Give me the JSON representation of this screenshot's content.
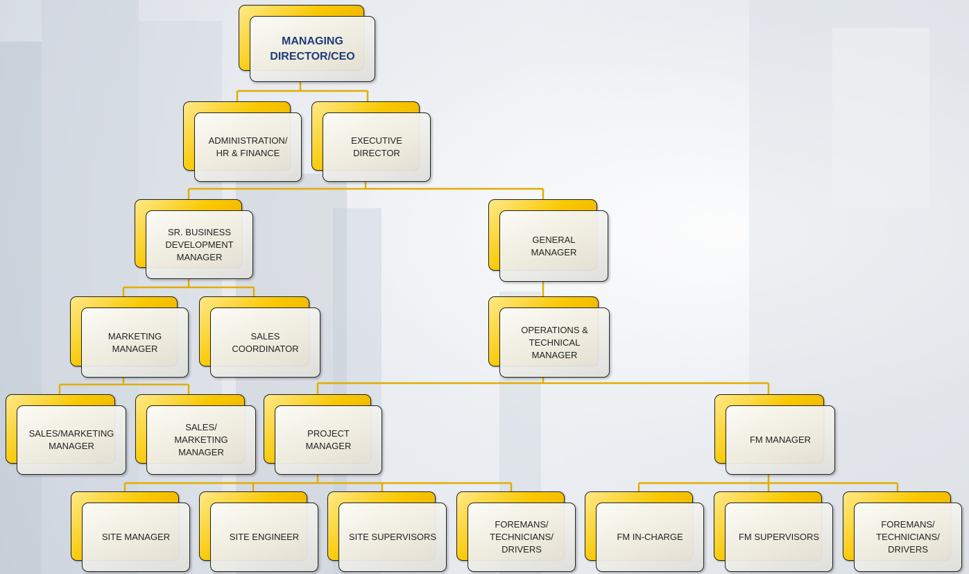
{
  "org_chart": {
    "ceo": "MANAGING\nDIRECTOR/CEO",
    "admin_hr_finance": "ADMINISTRATION/\nHR & FINANCE",
    "executive_director": "EXECUTIVE\nDIRECTOR",
    "sr_bdm": "SR. BUSINESS\nDEVELOPMENT\nMANAGER",
    "general_manager": "GENERAL\nMANAGER",
    "marketing_manager": "MARKETING\nMANAGER",
    "sales_coordinator": "SALES\nCOORDINATOR",
    "ops_tech_manager": "OPERATIONS &\nTECHNICAL\nMANAGER",
    "sales_marketing_manager_1": "SALES/MARKETING\nMANAGER",
    "sales_marketing_manager_2": "SALES/\nMARKETING\nMANAGER",
    "project_manager": "PROJECT\nMANAGER",
    "fm_manager": "FM MANAGER",
    "site_manager": "SITE MANAGER",
    "site_engineer": "SITE ENGINEER",
    "site_supervisors": "SITE SUPERVISORS",
    "foremans_project": "FOREMANS/\nTECHNICIANS/\nDRIVERS",
    "fm_in_charge": "FM IN-CHARGE",
    "fm_supervisors": "FM SUPERVISORS",
    "foremans_fm": "FOREMANS/\nTECHNICIANS/\nDRIVERS"
  },
  "colors": {
    "connector": "#e2ad00",
    "card_accent": "#f9c800",
    "title_text": "#1f3a7a"
  }
}
